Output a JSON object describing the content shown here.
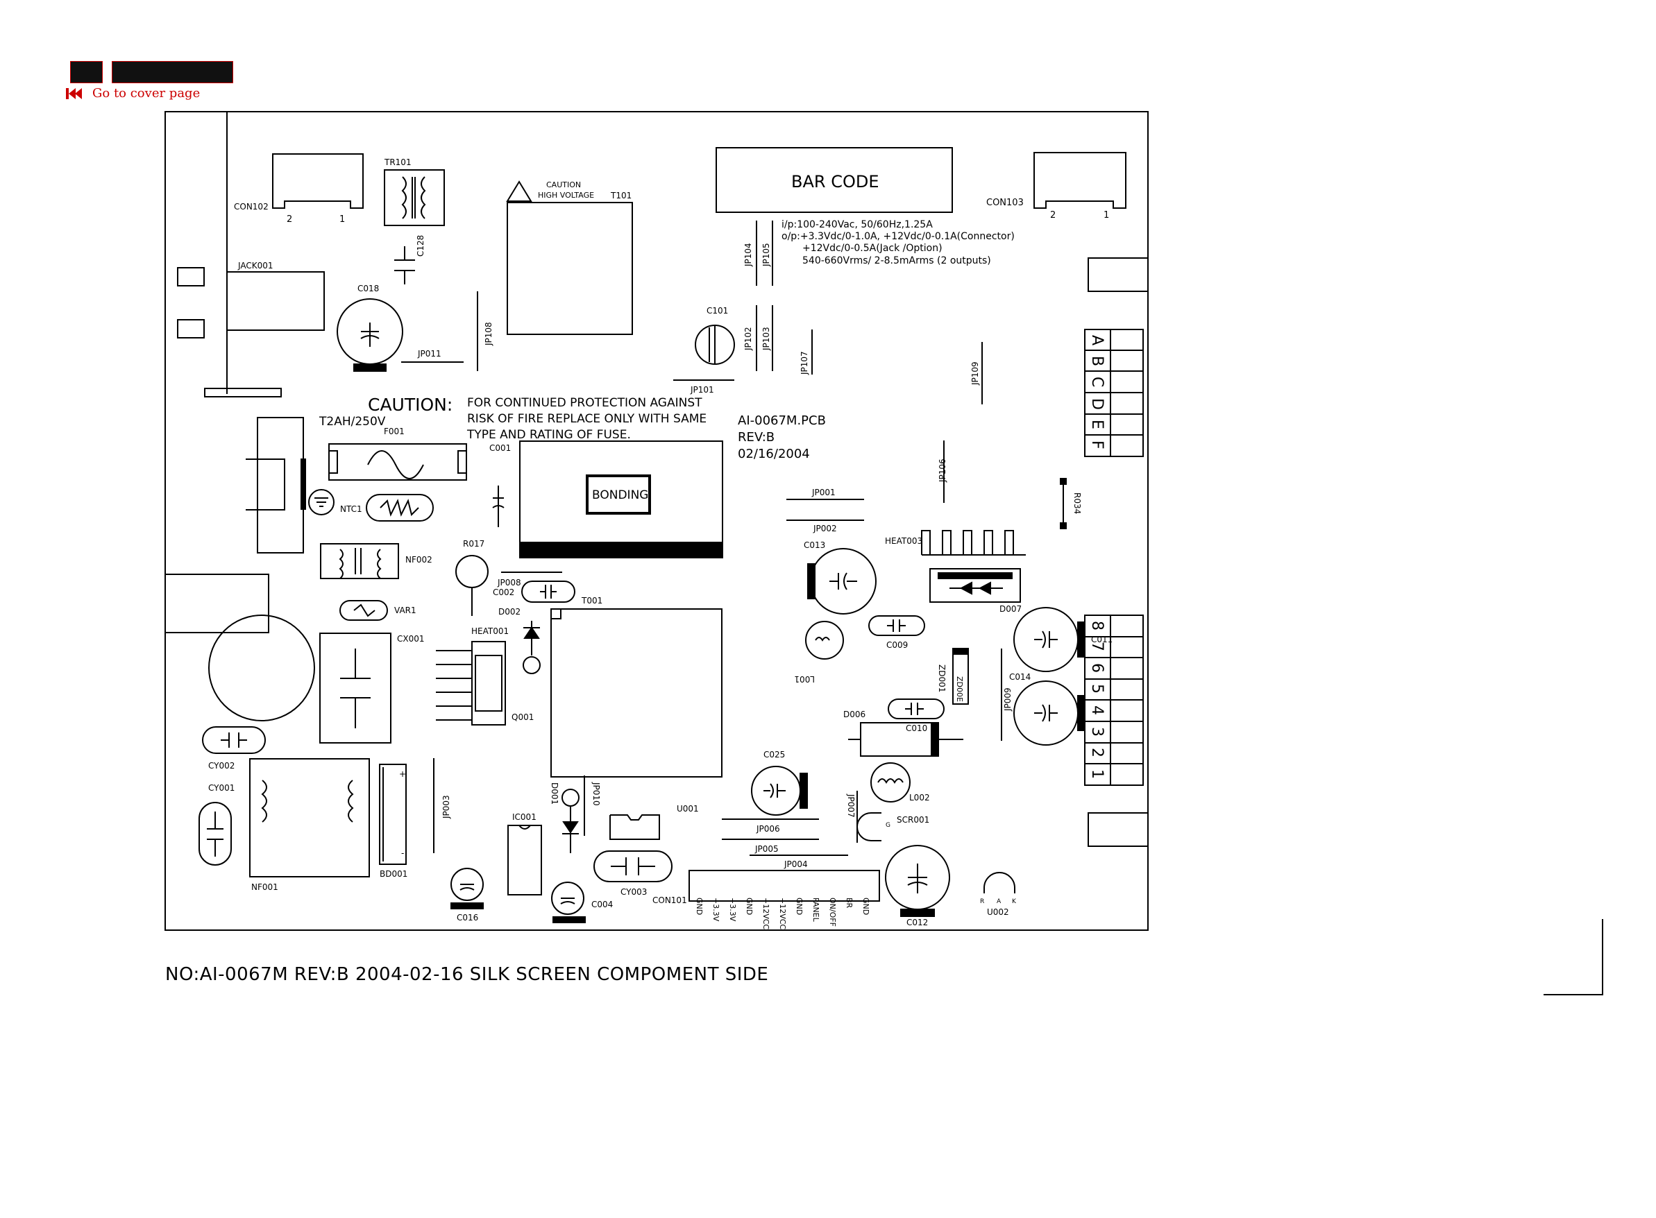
{
  "header": {
    "nav_label": "Go to cover page"
  },
  "labels": {
    "bar_code": "BAR CODE",
    "caution_hv": "CAUTION",
    "high_voltage": "HIGH VOLTAGE",
    "caution_big": "CAUTION:",
    "caution_lines": [
      "FOR CONTINUED PROTECTION AGAINST",
      "RISK OF FIRE REPLACE ONLY WITH SAME",
      "TYPE AND RATING OF FUSE."
    ],
    "fuse_rating": "T2AH/250V",
    "bonding": "BONDING",
    "specs": [
      "i/p:100-240Vac, 50/60Hz,1.25A",
      "o/p:+3.3Vdc/0-1.0A, +12Vdc/0-0.1A(Connector)",
      "+12Vdc/0-0.5A(Jack /Option)",
      "540-660Vrms/ 2-8.5mArms (2 outputs)"
    ],
    "board_info": [
      "AI-0067M.PCB",
      "REV:B",
      "02/16/2004"
    ],
    "con101_pins": [
      "GND",
      "+3.3V",
      "+3.3V",
      "GND",
      "+12VCC",
      "+12VCC",
      "GND",
      "PANEL",
      "ON/OFF",
      "BR",
      "GND"
    ],
    "letter_pins": [
      "A",
      "B",
      "C",
      "D",
      "E",
      "F"
    ],
    "number_pins": [
      "8",
      "7",
      "6",
      "5",
      "4",
      "3",
      "2",
      "1"
    ],
    "designators": {
      "CON102": "CON102",
      "TR101": "TR101",
      "T101": "T101",
      "CON103": "CON103",
      "JACK001": "JACK001",
      "C018": "C018",
      "C128": "C128",
      "JP108": "JP108",
      "JP011": "JP011",
      "C101": "C101",
      "JP101": "JP101",
      "JP104": "JP104",
      "JP105": "JP105",
      "JP102": "JP102",
      "JP103": "JP103",
      "JP107": "JP107",
      "JP109": "JP109",
      "F001": "F001",
      "C001": "C001",
      "NTC1": "NTC1",
      "JP106": "JP106",
      "JP001": "JP001",
      "JP002": "JP002",
      "R034": "R034",
      "NF002": "NF002",
      "R017": "R017",
      "HEAT003": "HEAT003",
      "C013": "C013",
      "JP008": "JP008",
      "C002": "C002",
      "T001": "T001",
      "VAR1": "VAR1",
      "D002": "D002",
      "HEAT001": "HEAT001",
      "D007": "D007",
      "C011": "C011",
      "CX001": "CX001",
      "C009": "C009",
      "ZD001": "ZD001",
      "ZD00E": "ZD00E",
      "L001": "L001",
      "C014": "C014",
      "JP009": "JP009",
      "D006": "D006",
      "C010": "C010",
      "Q001": "Q001",
      "CY002": "CY002",
      "C025": "C025",
      "L002": "L002",
      "CY001": "CY001",
      "JP003": "JP003",
      "D001": "D001",
      "JP010": "JP010",
      "U001": "U001",
      "JP007": "JP007",
      "SCR001": "SCR001",
      "JP006": "JP006",
      "IC001": "IC001",
      "JP005": "JP005",
      "JP004": "JP004",
      "NF001": "NF001",
      "BD001": "BD001",
      "CY003": "CY003",
      "CON101": "CON101",
      "C016": "C016",
      "C004": "C004",
      "C012": "C012",
      "U002": "U002"
    },
    "pin_marks": {
      "two": "2",
      "one": "1",
      "plus": "+",
      "minus": "-",
      "r": "R",
      "a": "A",
      "k": "K",
      "g": "G"
    }
  },
  "footer": {
    "text": "NO:AI-0067M  REV:B  2004-02-16  SILK SCREEN COMPOMENT SIDE"
  },
  "colors": {
    "nav_red": "#cc0000",
    "ink": "#000000"
  }
}
